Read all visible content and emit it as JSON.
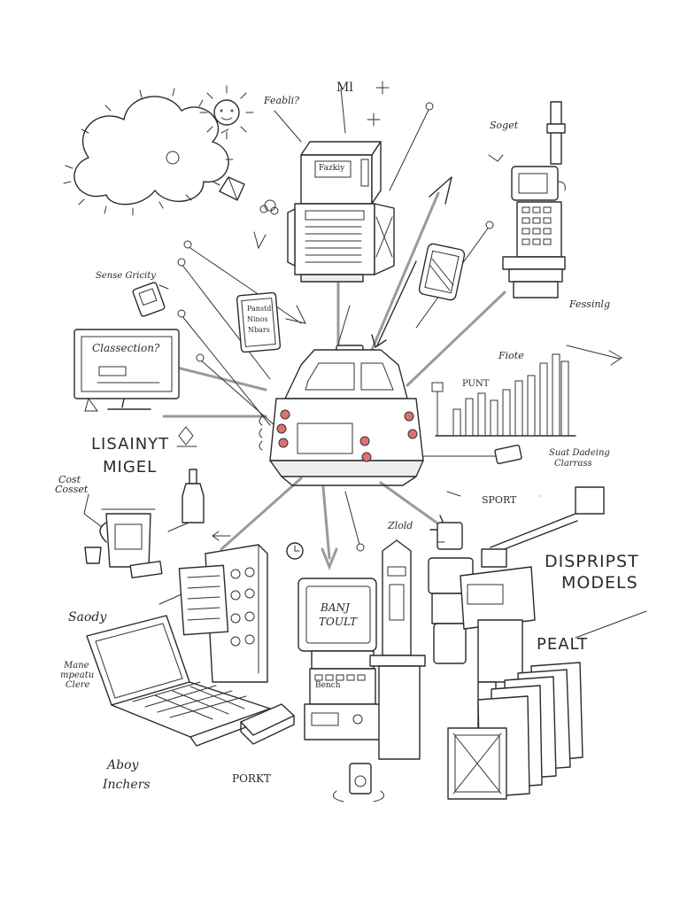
{
  "labels": {
    "feabli": "Feabli?",
    "mi": "Ml",
    "plus": "+",
    "soget": "Soget",
    "sense_gricity": "Sense Gricity",
    "fessinlg": "Fessinlg",
    "classection": "Classection?",
    "fiote": "Fiote",
    "punt": "PUNT",
    "lisainyt": "LISAINYT",
    "migel": "MIGEL",
    "cost": "Cost",
    "cosset": "Cosset",
    "suat_dading": "Suat Dadeing",
    "clarrass": "Clarrass",
    "sport": "SPORT",
    "zlold": "Zlold",
    "dispripst": "DISPRIPST",
    "models": "MODELS",
    "saody": "Saody",
    "peal": "PEALT",
    "mane_mpeatu_clere_1": "Mane",
    "mane_mpeatu_clere_2": "mpeatu",
    "mane_mpeatu_clere_3": "Clere",
    "aboy": "Aboy",
    "inchers": "Inchers",
    "porkt": "PORKT"
  },
  "screens": {
    "fridge_panel": "Fazkiy",
    "tablet_line1": "Panstd",
    "tablet_line2": "Ninos",
    "tablet_line3": "Nbars",
    "kiosk_line1": "BANJ",
    "kiosk_line2": "TOULT",
    "register_label": "Bench"
  },
  "colors": {
    "ink": "#2b2b2b",
    "light_arrow": "#9a9a9a",
    "tail_light": "#e07070"
  }
}
